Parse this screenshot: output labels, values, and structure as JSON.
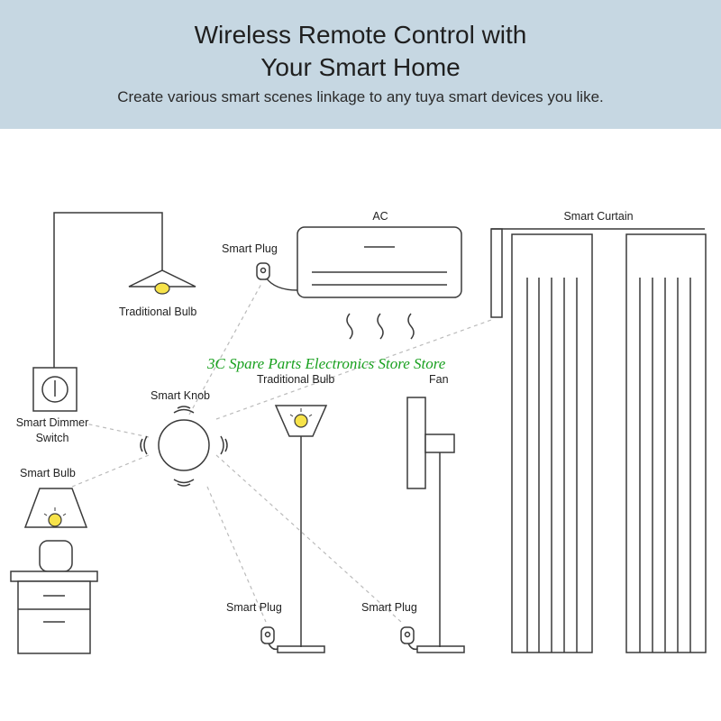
{
  "header": {
    "title_line1": "Wireless Remote Control with",
    "title_line2": "Your Smart Home",
    "subtitle": "Create various smart scenes linkage to any tuya smart devices you like."
  },
  "devices": {
    "ac": "AC",
    "smart_curtain": "Smart Curtain",
    "smart_plug_ac": "Smart Plug",
    "traditional_bulb_pendant": "Traditional Bulb",
    "traditional_bulb_floor": "Traditional Bulb",
    "fan": "Fan",
    "smart_knob": "Smart Knob",
    "smart_dimmer_line1": "Smart Dimmer",
    "smart_dimmer_line2": "Switch",
    "smart_bulb": "Smart Bulb",
    "smart_plug_lamp": "Smart Plug",
    "smart_plug_fan": "Smart Plug"
  },
  "watermark": "3C Spare Parts Electronics Store Store",
  "colors": {
    "banner": "#c6d7e2",
    "line": "#3a3a3a",
    "bulb": "#f7e34a",
    "watermark": "#18a01e"
  }
}
